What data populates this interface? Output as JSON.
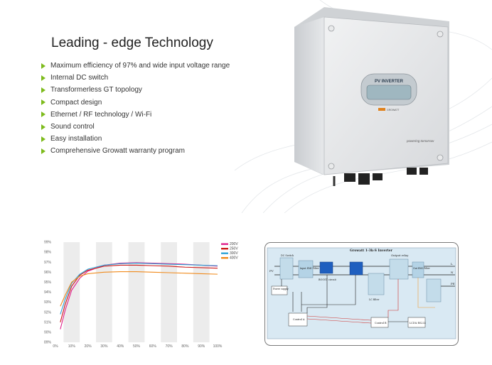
{
  "heading": "Leading - edge Technology",
  "features": [
    "Maximum efficiency of 97% and wide input voltage range",
    "Internal DC switch",
    "Transformerless GT topology",
    "Compact design",
    "Ethernet / RF technology / Wi-Fi",
    "Sound control",
    "Easy installation",
    "Comprehensive Growatt warranty program"
  ],
  "product": {
    "display_label": "PV INVERTER",
    "badge": "GROWATT",
    "tagline": "powering tomorrow"
  },
  "colors": {
    "accent": "#7dbb1c"
  },
  "chart_data": {
    "type": "line",
    "x": [
      3,
      6,
      10,
      15,
      20,
      30,
      40,
      50,
      60,
      70,
      80,
      90,
      100
    ],
    "xticks": [
      "0%",
      "10%",
      "20%",
      "30%",
      "40%",
      "50%",
      "60%",
      "70%",
      "80%",
      "90%",
      "100%"
    ],
    "yticks": [
      "89%",
      "90%",
      "91%",
      "92%",
      "93%",
      "94%",
      "95%",
      "96%",
      "97%",
      "98%",
      "99%"
    ],
    "xlim": [
      0,
      100
    ],
    "ylim": [
      89,
      99
    ],
    "grid": "alternating vertical bands",
    "legend_position": "top-right",
    "series": [
      {
        "name": "200V",
        "color": "#e0208c",
        "values": [
          90.3,
          92.2,
          94.2,
          95.4,
          96.1,
          96.7,
          96.9,
          96.95,
          96.9,
          96.85,
          96.8,
          96.7,
          96.6
        ]
      },
      {
        "name": "250V",
        "color": "#cc1a1a",
        "values": [
          91.0,
          92.8,
          94.6,
          95.7,
          96.2,
          96.6,
          96.7,
          96.7,
          96.65,
          96.6,
          96.5,
          96.45,
          96.4
        ]
      },
      {
        "name": "300V",
        "color": "#2ea3d6",
        "values": [
          91.8,
          93.3,
          94.9,
          95.8,
          96.3,
          96.7,
          96.85,
          96.9,
          96.85,
          96.8,
          96.75,
          96.7,
          96.65
        ]
      },
      {
        "name": "400V",
        "color": "#f08a1c",
        "values": [
          92.6,
          93.7,
          95.0,
          95.6,
          95.85,
          96.0,
          96.05,
          96.05,
          96.0,
          95.95,
          95.9,
          95.85,
          95.8
        ]
      }
    ]
  },
  "diagram": {
    "title": "Growatt 1-3k-S Inverter",
    "pv_label": "PV",
    "dc_switch": "DC Switch",
    "input_emi": "Input EMI Filter",
    "boost_circuit": "BOOST circuit",
    "lc_filter": "LC filter",
    "output_relay": "Output relay",
    "out_emi": "Out EMI Filter",
    "power_supply": "Power supply",
    "control_a": "Control A",
    "control_b": "Control B",
    "lcd_rs232": "LCD& RS232",
    "line_l": "L",
    "line_n": "N",
    "line_pe": "PE"
  }
}
